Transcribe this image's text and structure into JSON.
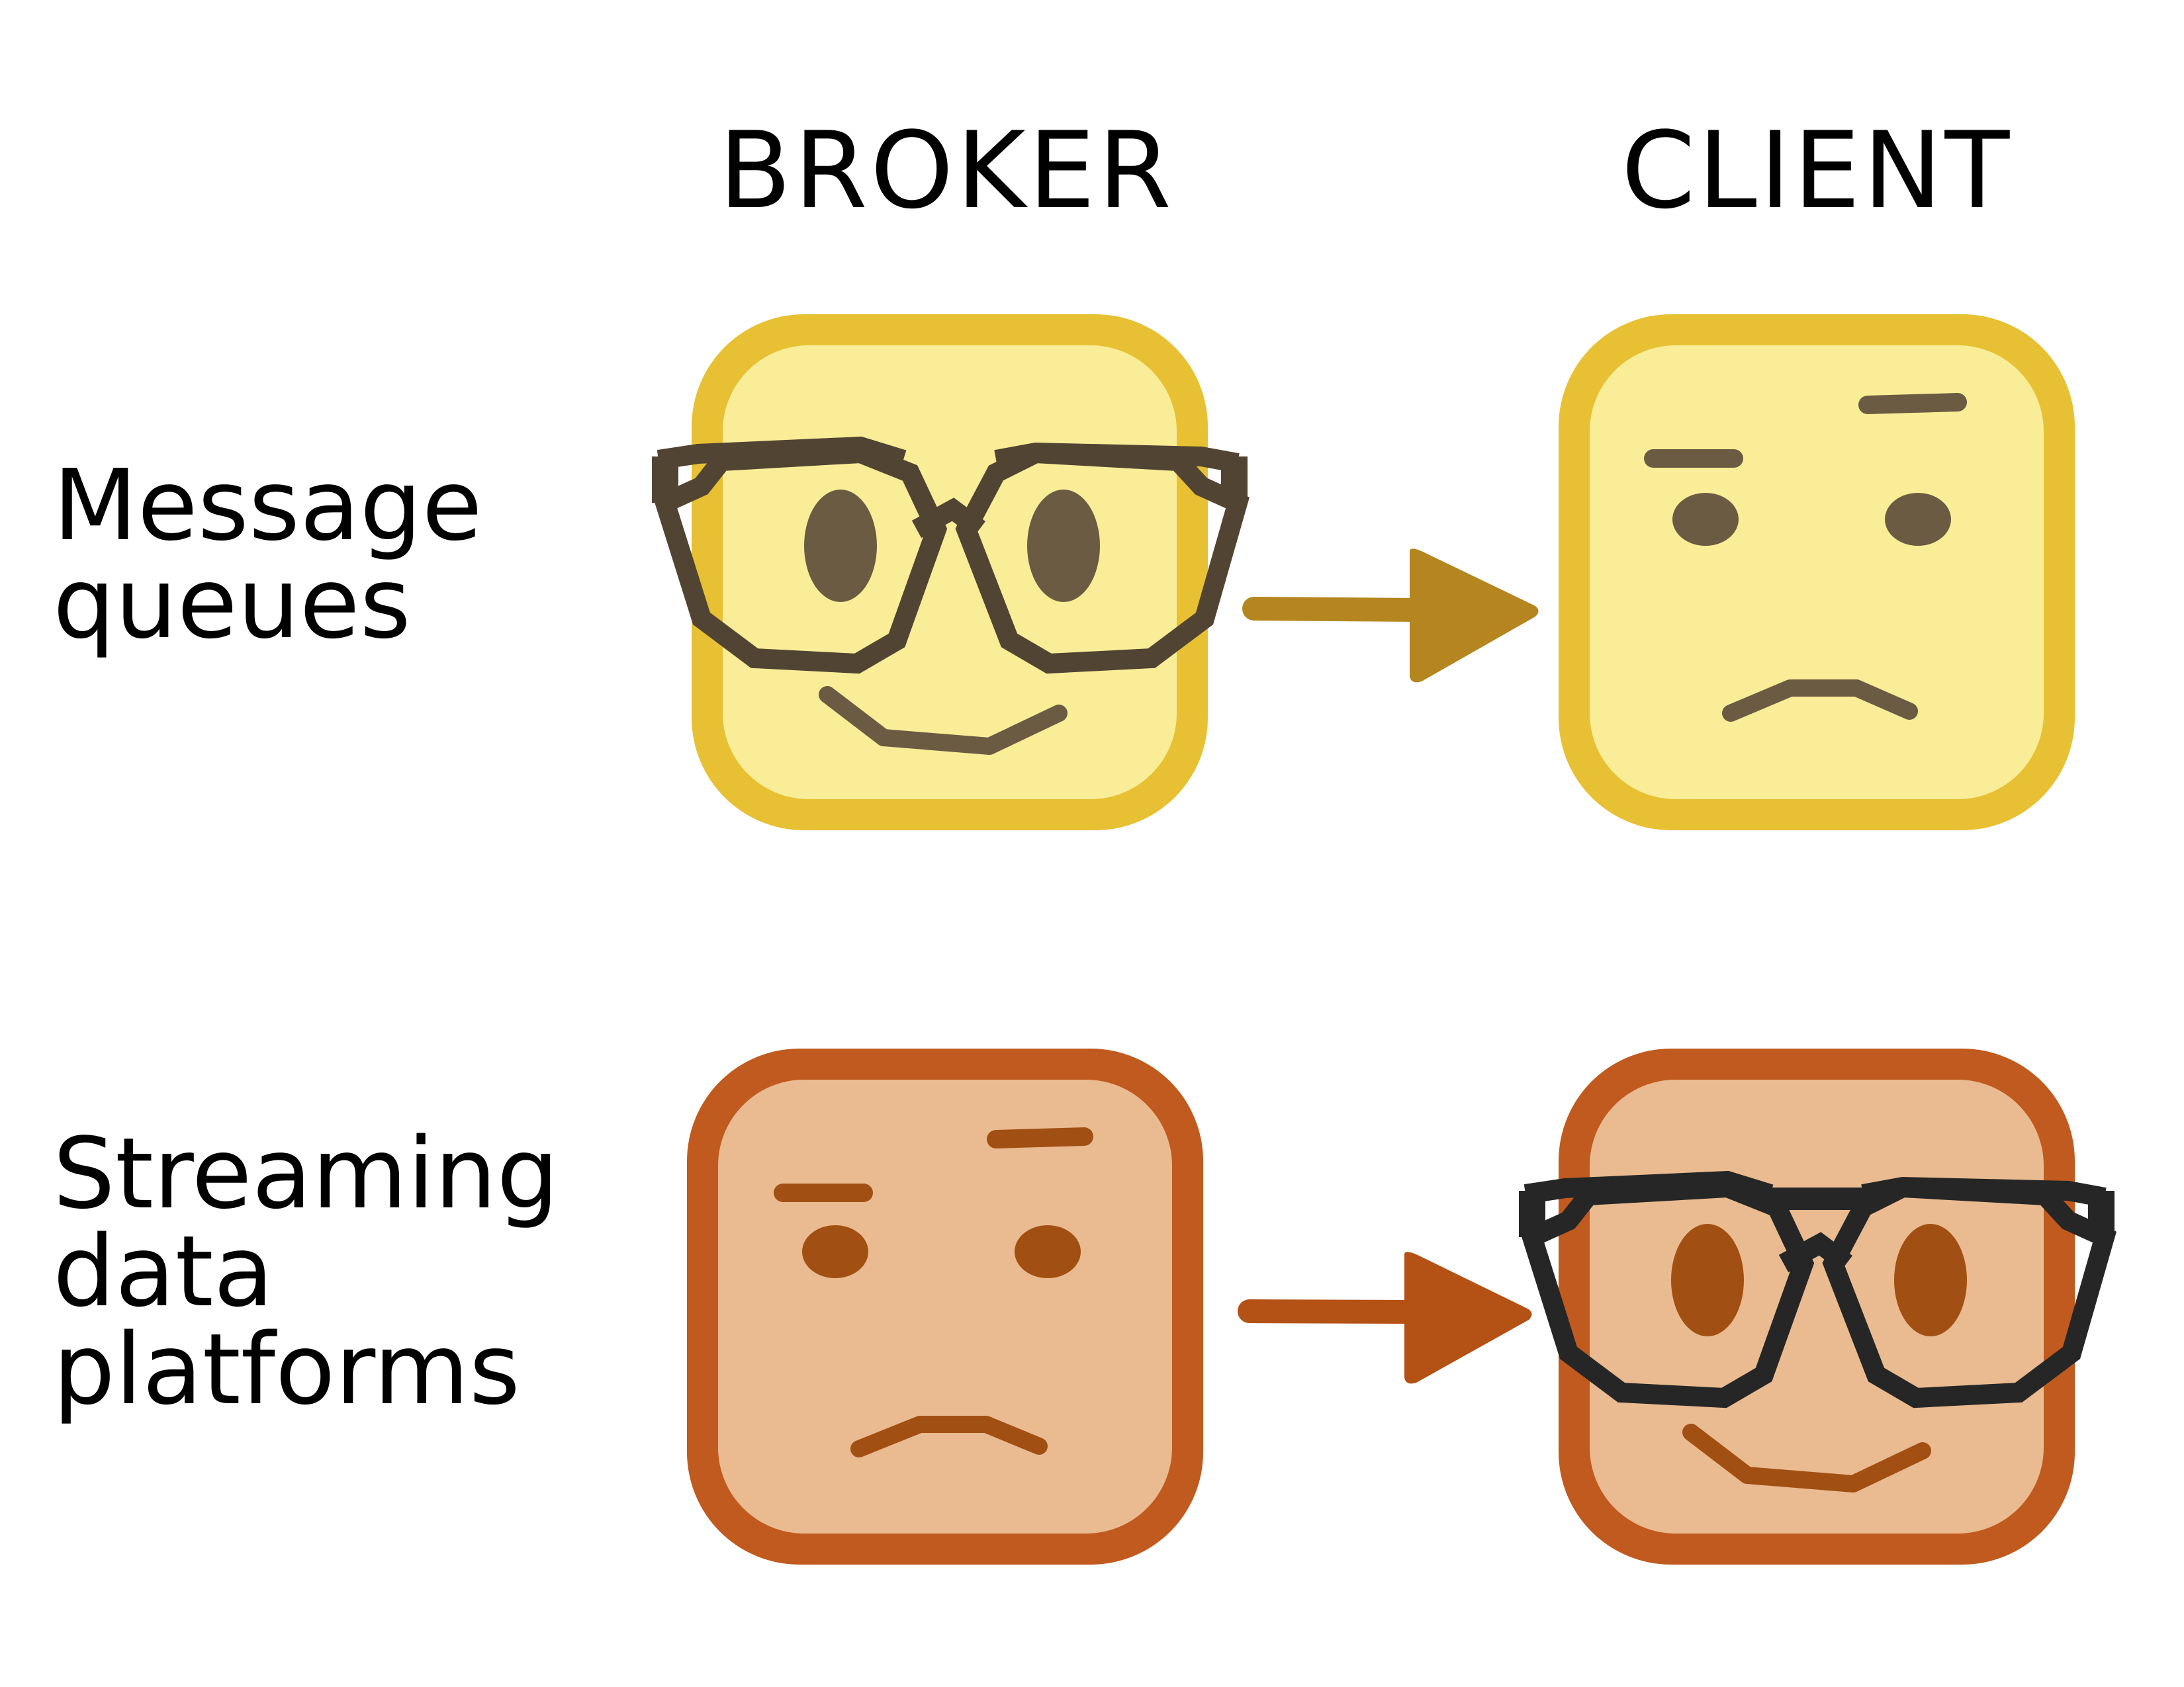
{
  "columns": {
    "broker": "BROKER",
    "client": "CLIENT"
  },
  "rows": [
    {
      "label_lines": [
        "Message",
        "queues"
      ],
      "broker_face": "smug-with-glasses",
      "client_face": "sad-confused",
      "palette": {
        "border": "#e8c033",
        "fill": "#f9ed98",
        "feature": "#6b5b42",
        "arrow": "#b5861f",
        "glasses": "#524433"
      }
    },
    {
      "label_lines": [
        "Streaming",
        "data",
        "platforms"
      ],
      "broker_face": "sad-confused",
      "client_face": "smug-with-glasses",
      "palette": {
        "border": "#c05a1e",
        "fill": "#eabb91",
        "feature": "#a24f13",
        "arrow": "#b45215",
        "glasses": "#262626"
      }
    }
  ]
}
